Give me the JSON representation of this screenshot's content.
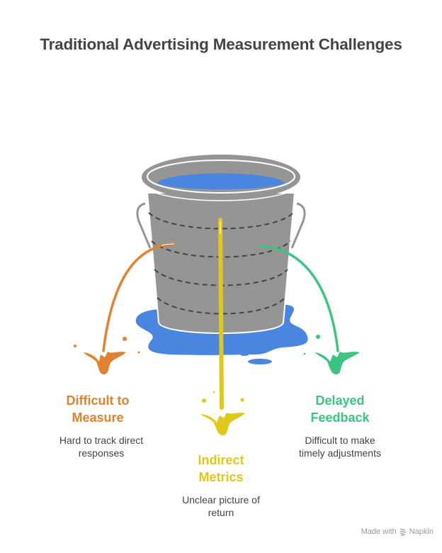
{
  "title": "Traditional Advertising Measurement Challenges",
  "colors": {
    "bucket": "#959595",
    "water": "#4a86e0",
    "orange": "#e0822f",
    "yellow": "#e0c718",
    "green": "#3cc482",
    "text": "#444444"
  },
  "items": [
    {
      "id": "difficult-to-measure",
      "title_line1": "Difficult to",
      "title_line2": "Measure",
      "desc_line1": "Hard to track direct",
      "desc_line2": "responses",
      "color": "orange"
    },
    {
      "id": "indirect-metrics",
      "title_line1": "Indirect",
      "title_line2": "Metrics",
      "desc_line1": "Unclear picture of",
      "desc_line2": "return",
      "color": "yellow"
    },
    {
      "id": "delayed-feedback",
      "title_line1": "Delayed",
      "title_line2": "Feedback",
      "desc_line1": "Difficult to make",
      "desc_line2": "timely adjustments",
      "color": "green"
    }
  ],
  "footer": {
    "made_with": "Made with",
    "brand": "Napkin",
    "icon": "napkin-logo-icon"
  }
}
